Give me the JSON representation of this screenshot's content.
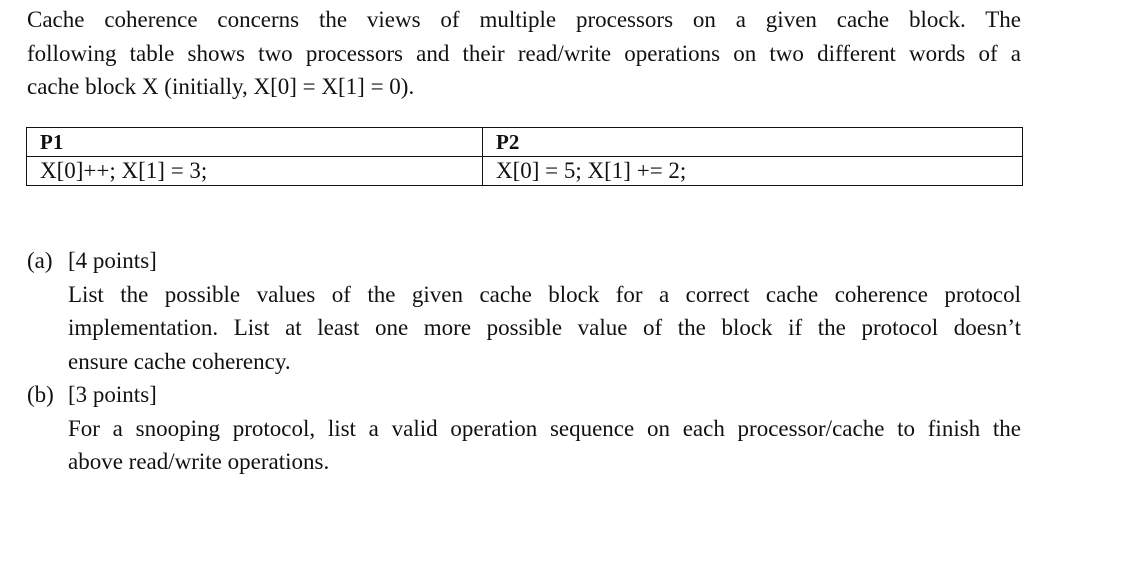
{
  "intro": {
    "lines": [
      "Cache coherence concerns the views of multiple processors on a given cache block. The",
      "following table shows two processors and their read/write operations on two different words of a",
      "cache block X (initially, X[0] = X[1] = 0)."
    ]
  },
  "table": {
    "headers": [
      "P1",
      "P2"
    ],
    "rows": [
      [
        "X[0]++; X[1] = 3;",
        "X[0] = 5; X[1] += 2;"
      ]
    ]
  },
  "questions": [
    {
      "label": "(a)",
      "points": "[4 points]",
      "lines": [
        "List the possible values of the given cache block for a correct cache coherence protocol",
        "implementation. List at least one more possible value of the block if the protocol doesn’t",
        "ensure cache coherency."
      ]
    },
    {
      "label": "(b)",
      "points": "[3 points]",
      "lines": [
        "For a snooping protocol, list a valid operation sequence on each processor/cache to finish the",
        "above read/write operations."
      ]
    }
  ]
}
